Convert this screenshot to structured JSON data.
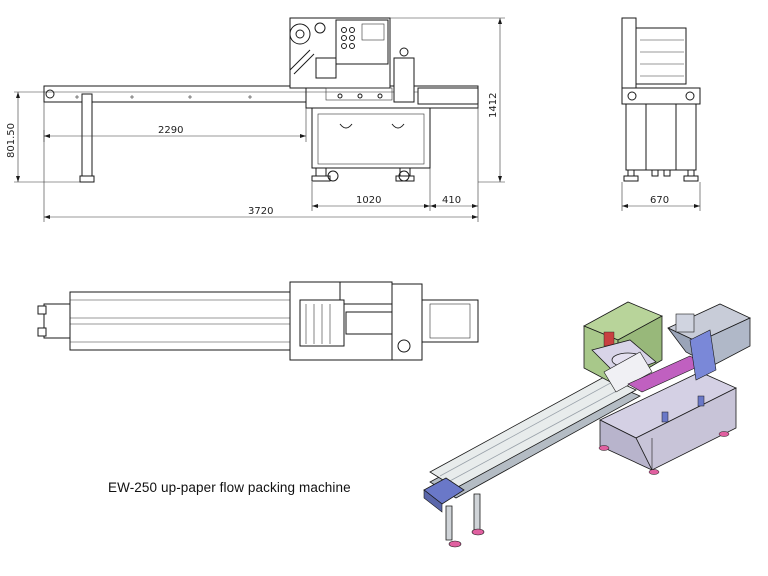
{
  "caption": "EW-250 up-paper flow packing machine",
  "dimensions": {
    "conveyor_length": "2290",
    "total_length": "3720",
    "body_width": "1020",
    "outfeed_length": "410",
    "height_conveyor": "801.50",
    "total_height": "1412",
    "side_width": "670"
  },
  "colors": {
    "line": "#1a1a1a",
    "machine_body": "#c8c4d8",
    "control_panel": "#a8c88a",
    "conveyor_top": "#e8ecec",
    "conveyor_side": "#b4bcc4",
    "blue_parts": "#6a78c8",
    "feet": "#e060a0"
  }
}
